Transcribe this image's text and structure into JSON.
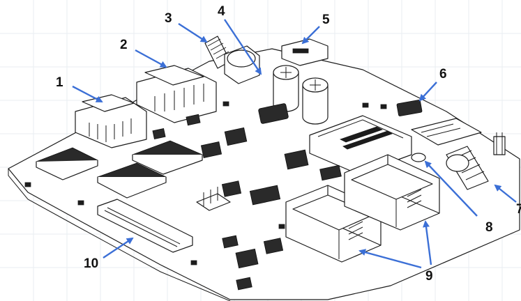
{
  "callouts": [
    {
      "id": 1,
      "label": "1"
    },
    {
      "id": 2,
      "label": "2"
    },
    {
      "id": 3,
      "label": "3"
    },
    {
      "id": 4,
      "label": "4"
    },
    {
      "id": 5,
      "label": "5"
    },
    {
      "id": 6,
      "label": "6"
    },
    {
      "id": 7,
      "label": "7"
    },
    {
      "id": 8,
      "label": "8"
    },
    {
      "id": 9,
      "label": "9"
    },
    {
      "id": 10,
      "label": "10"
    }
  ],
  "colors": {
    "arrow": "#3b6fd6",
    "line": "#1a1a1a",
    "label": "#111111",
    "background": "#ffffff"
  }
}
